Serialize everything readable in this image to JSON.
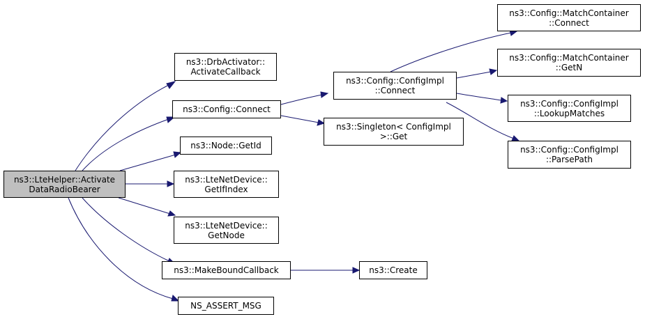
{
  "graph": {
    "edge_color": "#191970",
    "root_fill": "#bfbfbf",
    "node_fill": "#ffffff",
    "nodes": {
      "root": {
        "line1": "ns3::LteHelper::Activate",
        "line2": "DataRadioBearer"
      },
      "drb": {
        "line1": "ns3::DrbActivator::",
        "line2": "ActivateCallback"
      },
      "connect": {
        "line1": "ns3::Config::Connect"
      },
      "getid": {
        "line1": "ns3::Node::GetId"
      },
      "getifindex": {
        "line1": "ns3::LteNetDevice::",
        "line2": "GetIfIndex"
      },
      "getnode": {
        "line1": "ns3::LteNetDevice::",
        "line2": "GetNode"
      },
      "makebound": {
        "line1": "ns3::MakeBoundCallback"
      },
      "assert": {
        "line1": "NS_ASSERT_MSG"
      },
      "cfgconnect": {
        "line1": "ns3::Config::ConfigImpl",
        "line2": "::Connect"
      },
      "singleton": {
        "line1": "ns3::Singleton< ConfigImpl",
        "line2": ">::Get"
      },
      "create": {
        "line1": "ns3::Create"
      },
      "mc_connect": {
        "line1": "ns3::Config::MatchContainer",
        "line2": "::Connect"
      },
      "mc_getn": {
        "line1": "ns3::Config::MatchContainer",
        "line2": "::GetN"
      },
      "lookup": {
        "line1": "ns3::Config::ConfigImpl",
        "line2": "::LookupMatches"
      },
      "parsepath": {
        "line1": "ns3::Config::ConfigImpl",
        "line2": "::ParsePath"
      }
    },
    "edges": [
      [
        "root",
        "drb"
      ],
      [
        "root",
        "connect"
      ],
      [
        "root",
        "getid"
      ],
      [
        "root",
        "getifindex"
      ],
      [
        "root",
        "getnode"
      ],
      [
        "root",
        "makebound"
      ],
      [
        "root",
        "assert"
      ],
      [
        "connect",
        "cfgconnect"
      ],
      [
        "connect",
        "singleton"
      ],
      [
        "makebound",
        "create"
      ],
      [
        "cfgconnect",
        "mc_connect"
      ],
      [
        "cfgconnect",
        "mc_getn"
      ],
      [
        "cfgconnect",
        "lookup"
      ],
      [
        "cfgconnect",
        "parsepath"
      ]
    ]
  }
}
